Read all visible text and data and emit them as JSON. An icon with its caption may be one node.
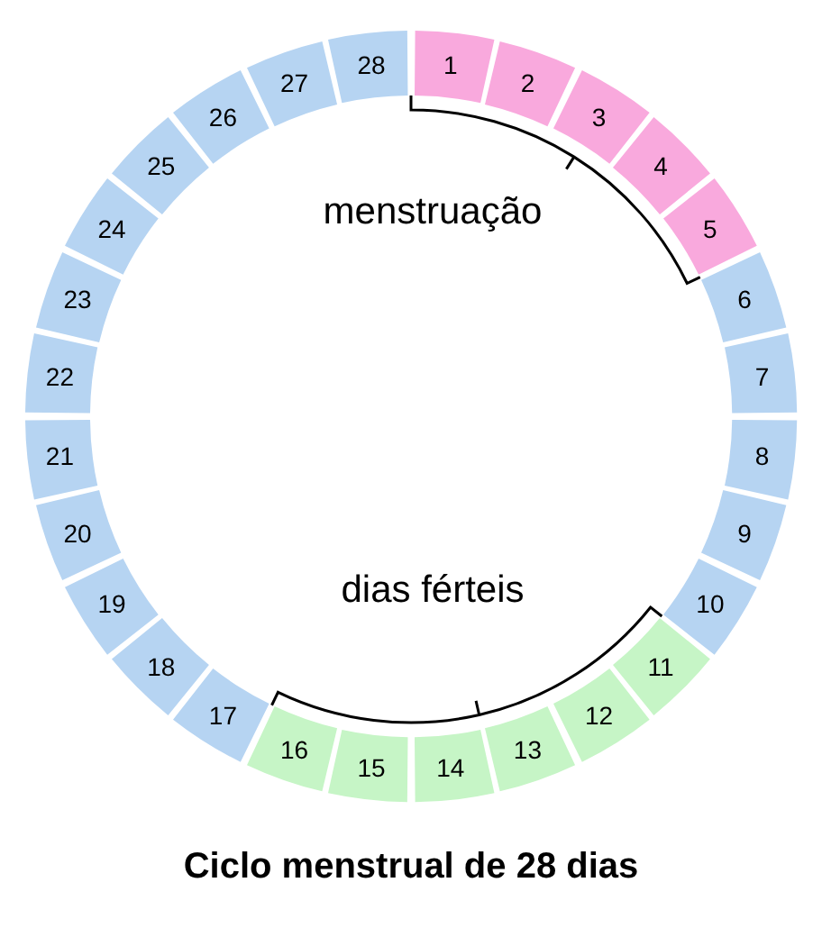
{
  "diagram": {
    "caption": "Ciclo menstrual de 28 dias",
    "nodes": [
      {
        "text": [
          "1"
        ]
      },
      {
        "text": [
          "2"
        ]
      },
      {
        "text": [
          "3"
        ]
      },
      {
        "text": [
          "4"
        ]
      },
      {
        "text": [
          "5"
        ]
      },
      {
        "text": [
          "6"
        ]
      },
      {
        "text": [
          "7"
        ]
      },
      {
        "text": [
          "8"
        ]
      },
      {
        "text": [
          "9"
        ]
      },
      {
        "text": [
          "10"
        ]
      },
      {
        "text": [
          "11"
        ]
      },
      {
        "text": [
          "12"
        ]
      },
      {
        "text": [
          "13"
        ]
      },
      {
        "text": [
          "14"
        ]
      },
      {
        "text": [
          "15"
        ]
      },
      {
        "text": [
          "16"
        ]
      },
      {
        "text": [
          "17"
        ]
      },
      {
        "text": [
          "18"
        ]
      },
      {
        "text": [
          "19"
        ]
      },
      {
        "text": [
          "20"
        ]
      },
      {
        "text": [
          "21"
        ]
      },
      {
        "text": [
          "22"
        ]
      },
      {
        "text": [
          "23"
        ]
      },
      {
        "text": [
          "24"
        ]
      },
      {
        "text": [
          "25"
        ]
      },
      {
        "text": [
          "26"
        ]
      },
      {
        "text": [
          "27"
        ]
      },
      {
        "text": [
          "28"
        ]
      }
    ],
    "labels": [
      "menstruação",
      "dias férteis"
    ]
  }
}
